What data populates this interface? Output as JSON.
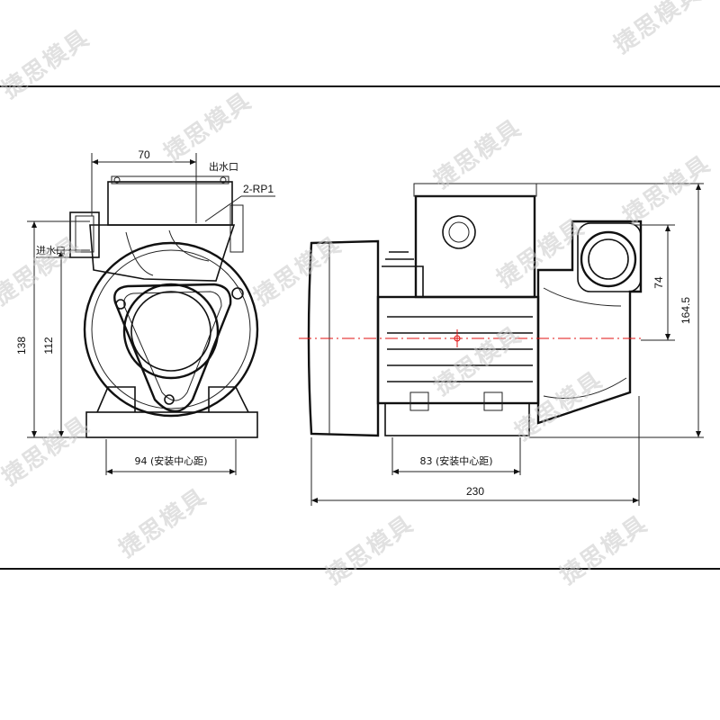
{
  "front_view": {
    "dims": {
      "outlet_offset": "70",
      "height_total": "138",
      "height_inlet": "112",
      "mount_center": "94 (安装中心距)"
    },
    "labels": {
      "outlet": "出水口",
      "port_thread": "2-RP1",
      "inlet": "进水口"
    }
  },
  "side_view": {
    "dims": {
      "port_offset": "74",
      "height_total": "164.5",
      "mount_center": "83 (安装中心距)",
      "length_total": "230"
    }
  },
  "watermark": "捷思模具",
  "colors": {
    "line": "#111111",
    "centerline": "#e01010",
    "watermark": "#c9c9c9"
  }
}
